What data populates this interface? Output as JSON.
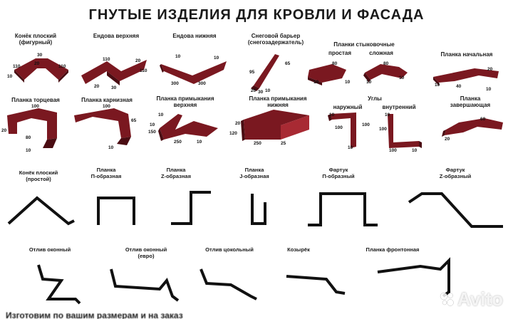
{
  "title": "ГНУТЫЕ ИЗДЕЛИЯ ДЛЯ КРОВЛИ И ФАСАДА",
  "colors": {
    "profile": "#7a1820",
    "profile_dark": "#4a0c12",
    "profile_light": "#a82a33",
    "line": "#111111"
  },
  "row1": {
    "konek_figurny": {
      "label1": "Конёк плоский",
      "label2": "(фигурный)",
      "d": [
        "30",
        "110",
        "20",
        "10",
        "110"
      ]
    },
    "endova_verh": {
      "label": "Ендова верхняя",
      "d": [
        "110",
        "20",
        "20",
        "30",
        "110"
      ]
    },
    "endova_niz": {
      "label": "Ендова нижняя",
      "d": [
        "10",
        "10",
        "300",
        "300"
      ]
    },
    "snegovoy": {
      "label1": "Снеговой барьер",
      "label2": "(снегозадержатель)",
      "d": [
        "95",
        "65",
        "20",
        "30",
        "10"
      ]
    },
    "planki_styk": {
      "label": "Планки стыковочные",
      "sub1": "простая",
      "sub2": "сложная",
      "d": [
        "80",
        "10",
        "10",
        "80",
        "10",
        "10"
      ]
    },
    "planka_nach": {
      "label": "Планка начальная",
      "d": [
        "20",
        "10",
        "40",
        "10"
      ]
    }
  },
  "row2": {
    "tortsevaya": {
      "label": "Планка торцевая",
      "d": [
        "100",
        "20",
        "80",
        "10"
      ]
    },
    "karniznaya": {
      "label": "Планка карнизная",
      "d": [
        "100",
        "65",
        "10"
      ]
    },
    "primykaniya_verh": {
      "label1": "Планка примыкания",
      "label2": "верхняя",
      "d": [
        "10",
        "10",
        "150",
        "250",
        "10"
      ]
    },
    "primykaniya_niz": {
      "label1": "Планка примыкания",
      "label2": "нижняя",
      "d": [
        "20",
        "120",
        "250",
        "25"
      ]
    },
    "ugly": {
      "label": "Углы",
      "sub1": "наружный",
      "sub2": "внутренний",
      "d": [
        "10",
        "100",
        "100",
        "10",
        "10",
        "100",
        "100",
        "10"
      ]
    },
    "zavershayuschaya": {
      "label1": "Планка",
      "label2": "завершающая",
      "d": [
        "60",
        "20"
      ]
    }
  },
  "row3": {
    "konek_prostoy": {
      "label1": "Конёк плоский",
      "label2": "(простой)"
    },
    "p_obraznaya": {
      "label1": "Планка",
      "label2": "П-образная"
    },
    "z_obraznaya": {
      "label1": "Планка",
      "label2": "Z-образная"
    },
    "j_obraznaya": {
      "label1": "Планка",
      "label2": "J-образная"
    },
    "fartuk_p": {
      "label1": "Фартук",
      "label2": "П-образный"
    },
    "fartuk_z": {
      "label1": "Фартук",
      "label2": "Z-образный"
    }
  },
  "row4": {
    "otliv_okonny": {
      "label": "Отлив оконный"
    },
    "otliv_evro": {
      "label1": "Отлив оконный",
      "label2": "(евро)"
    },
    "otliv_tsokol": {
      "label": "Отлив цокольный"
    },
    "kozyrek": {
      "label": "Козырёк"
    },
    "frontonnaya": {
      "label": "Планка фронтонная"
    }
  },
  "watermark": {
    "text": "Avito"
  },
  "bottom_text": "Изготовим по вашим размерам и на заказ"
}
